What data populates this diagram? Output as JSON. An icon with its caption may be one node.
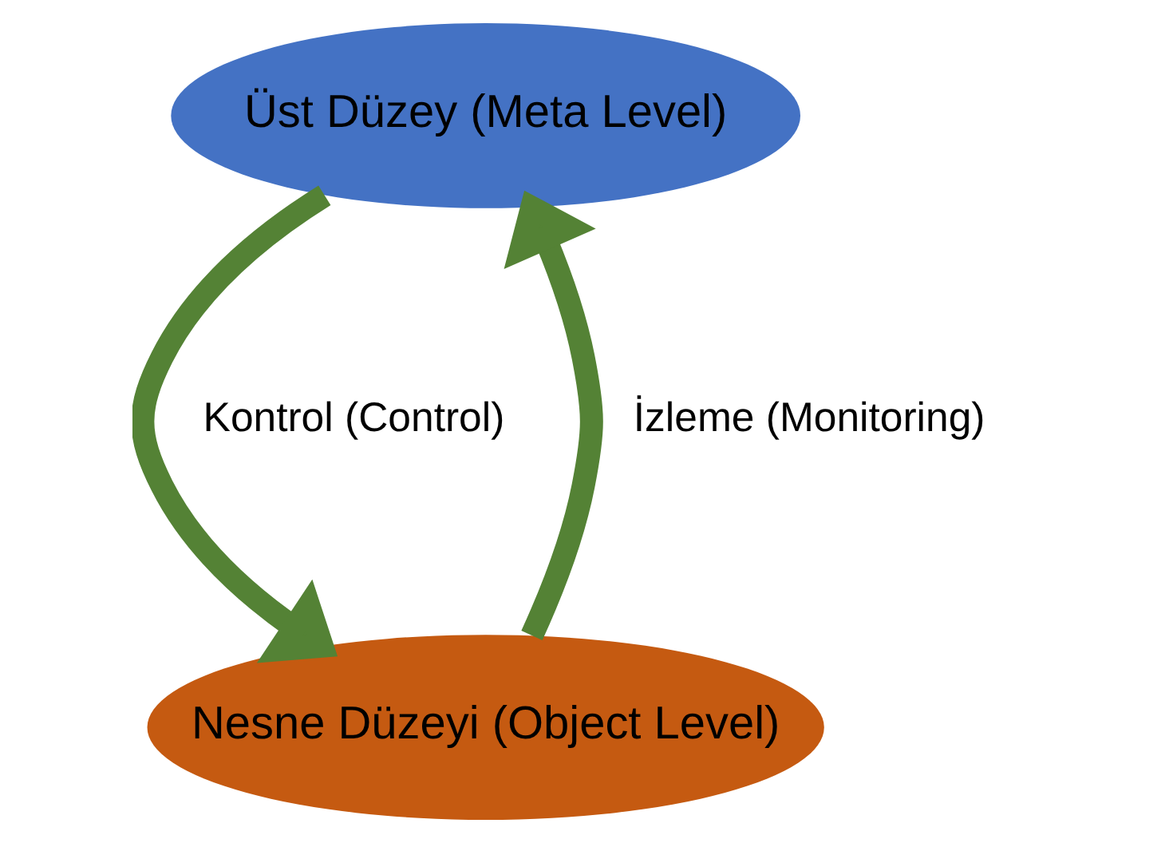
{
  "diagram": {
    "nodes": [
      {
        "text": [
          "Üst Düzey (Meta Level)"
        ]
      },
      {
        "text": [
          "Nesne Düzeyi (Object Level)"
        ]
      }
    ],
    "edges": [
      {
        "from": 0,
        "to": 1,
        "arrow": "to",
        "label": "Kontrol (Control)"
      },
      {
        "from": 1,
        "to": 0,
        "arrow": "to",
        "label": "İzleme (Monitoring)"
      }
    ]
  }
}
